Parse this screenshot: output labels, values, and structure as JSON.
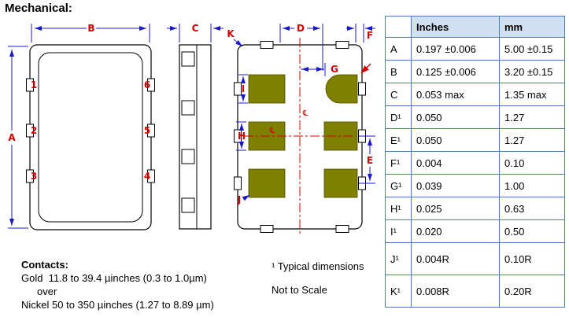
{
  "title": "Mechanical:",
  "drawing": {
    "labels": {
      "A": "A",
      "B": "B",
      "C": "C",
      "D": "D",
      "E": "E",
      "F": "F",
      "G": "G",
      "H": "H",
      "I": "I",
      "J": "J",
      "K": "K"
    },
    "pins": [
      "1",
      "2",
      "3",
      "4",
      "5",
      "6"
    ],
    "centerline_symbol": "℄",
    "pad_color": "#7f7f00",
    "dimension_line_color": "#1818cc",
    "dimension_label_color": "#d00000"
  },
  "notes": {
    "footnote": "¹ Typical dimensions",
    "scale": "Not to Scale"
  },
  "contacts": {
    "heading": "Contacts:",
    "line1": "Gold  11.8 to 39.4 µinches (0.3 to 1.0µm)",
    "line2": "over",
    "line3": "Nickel 50 to 350 µinches (1.27 to 8.89 µm)"
  },
  "table": {
    "headers": {
      "label": "",
      "inches": "Inches",
      "mm": "mm"
    },
    "rows": [
      {
        "label": "A",
        "inches": "0.197 ±0.006",
        "mm": "5.00 ±0.15"
      },
      {
        "label": "B",
        "inches": "0.125 ±0.006",
        "mm": "3.20 ±0.15"
      },
      {
        "label": "C",
        "inches": "0.053 max",
        "mm": "1.35 max"
      },
      {
        "label": "D¹",
        "inches": "0.050",
        "mm": "1.27"
      },
      {
        "label": "E¹",
        "inches": "0.050",
        "mm": "1.27"
      },
      {
        "label": "F¹",
        "inches": "0.004",
        "mm": "0.10"
      },
      {
        "label": "G¹",
        "inches": "0.039",
        "mm": "1.00"
      },
      {
        "label": "H¹",
        "inches": "0.025",
        "mm": "0.63"
      },
      {
        "label": "I¹",
        "inches": "0.020",
        "mm": "0.50"
      },
      {
        "label": "J¹",
        "inches": "0.004R",
        "mm": "0.10R"
      },
      {
        "label": "K¹",
        "inches": "0.008R",
        "mm": "0.20R"
      }
    ]
  }
}
